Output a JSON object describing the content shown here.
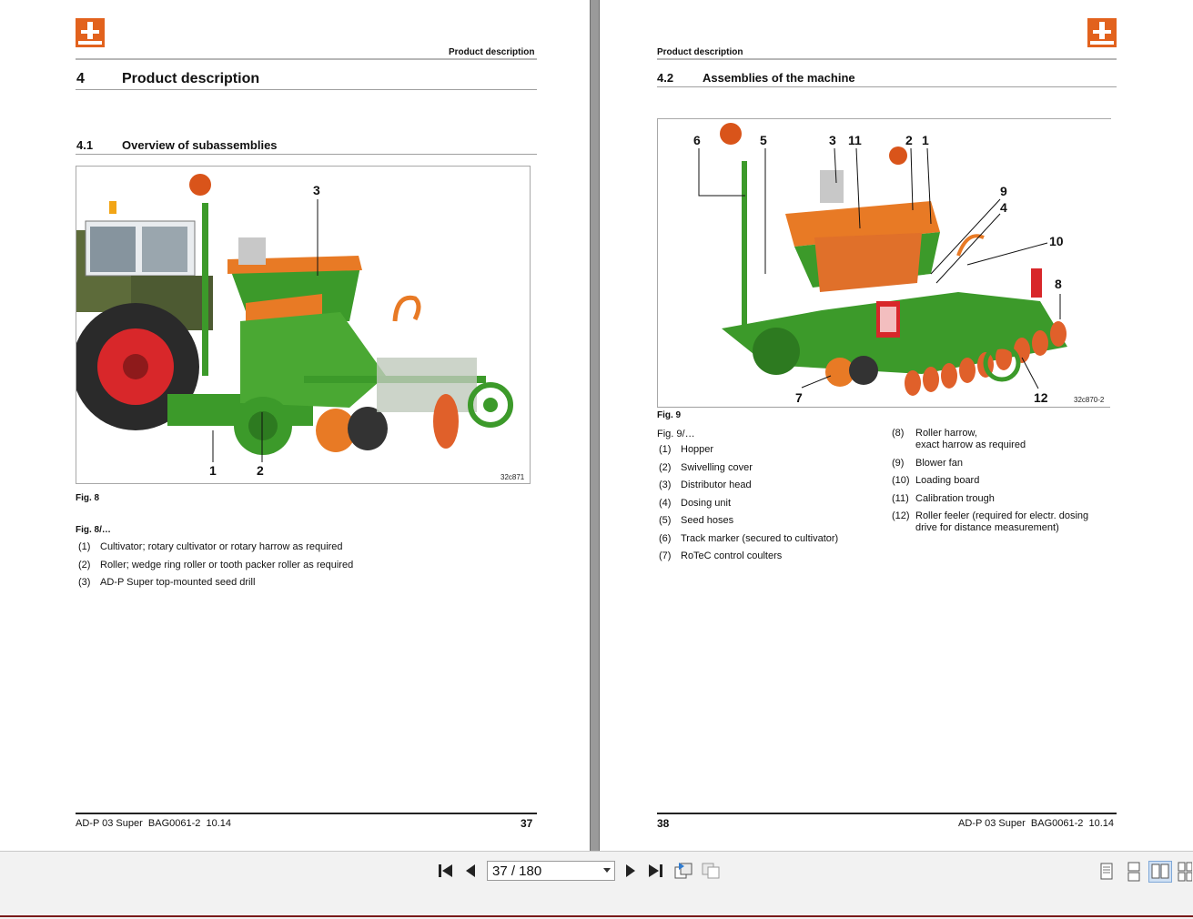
{
  "left_page": {
    "header_label": "Product description",
    "chapter_number": "4",
    "chapter_title": "Product description",
    "section_number": "4.1",
    "section_title": "Overview of subassemblies",
    "figure": {
      "callouts": [
        "3",
        "1",
        "2"
      ],
      "code": "32c871",
      "caption": "Fig. 8"
    },
    "legend_intro": "Fig. 8/…",
    "legend": [
      {
        "num": "(1)",
        "text": "Cultivator; rotary cultivator or rotary harrow as required"
      },
      {
        "num": "(2)",
        "text": "Roller; wedge ring roller or tooth packer roller as required"
      },
      {
        "num": "(3)",
        "text": "AD-P Super top-mounted seed drill"
      }
    ],
    "footer_text": "AD-P 03 Super  BAG0061-2  10.14",
    "page_number": "37"
  },
  "right_page": {
    "header_label": "Product description",
    "section_number": "4.2",
    "section_title": "Assemblies of the machine",
    "figure": {
      "callouts": [
        "6",
        "5",
        "3",
        "11",
        "2",
        "1",
        "9",
        "4",
        "10",
        "8",
        "7",
        "12"
      ],
      "code": "32c870-2",
      "caption": "Fig. 9"
    },
    "legend_intro": "Fig. 9/…",
    "legend_left": [
      {
        "num": "(1)",
        "text": "Hopper"
      },
      {
        "num": "(2)",
        "text": "Swivelling cover"
      },
      {
        "num": "(3)",
        "text": "Distributor head"
      },
      {
        "num": "(4)",
        "text": "Dosing unit"
      },
      {
        "num": "(5)",
        "text": "Seed hoses"
      },
      {
        "num": "(6)",
        "text": "Track marker (secured to cultivator)"
      },
      {
        "num": "(7)",
        "text": "RoTeC control coulters"
      }
    ],
    "legend_right": [
      {
        "num": "(8)",
        "line1": "Roller harrow,",
        "line2": "exact harrow as required"
      },
      {
        "num": "(9)",
        "line1": "Blower fan",
        "line2": ""
      },
      {
        "num": "(10)",
        "line1": "Loading board",
        "line2": ""
      },
      {
        "num": "(11)",
        "line1": "Calibration trough",
        "line2": ""
      },
      {
        "num": "(12)",
        "line1": "Roller feeler (required for electr. dosing",
        "line2": "drive for distance measurement)"
      }
    ],
    "footer_text": "AD-P 03 Super  BAG0061-2  10.14",
    "page_number": "38"
  },
  "toolbar": {
    "page_indicator": "37 / 180",
    "icons": [
      "first-page-icon",
      "prev-page-icon",
      "next-page-icon",
      "last-page-icon",
      "back-view-icon",
      "forward-view-icon",
      "single-page-view-icon",
      "continuous-view-icon",
      "two-page-view-icon",
      "two-page-continuous-view-icon"
    ]
  },
  "colors": {
    "brand_orange": "#e2621d",
    "machine_green": "#3c9a2a",
    "machine_orange": "#e87a25",
    "tractor_red": "#d8272a",
    "gutter_gray": "#9a9a9a"
  }
}
